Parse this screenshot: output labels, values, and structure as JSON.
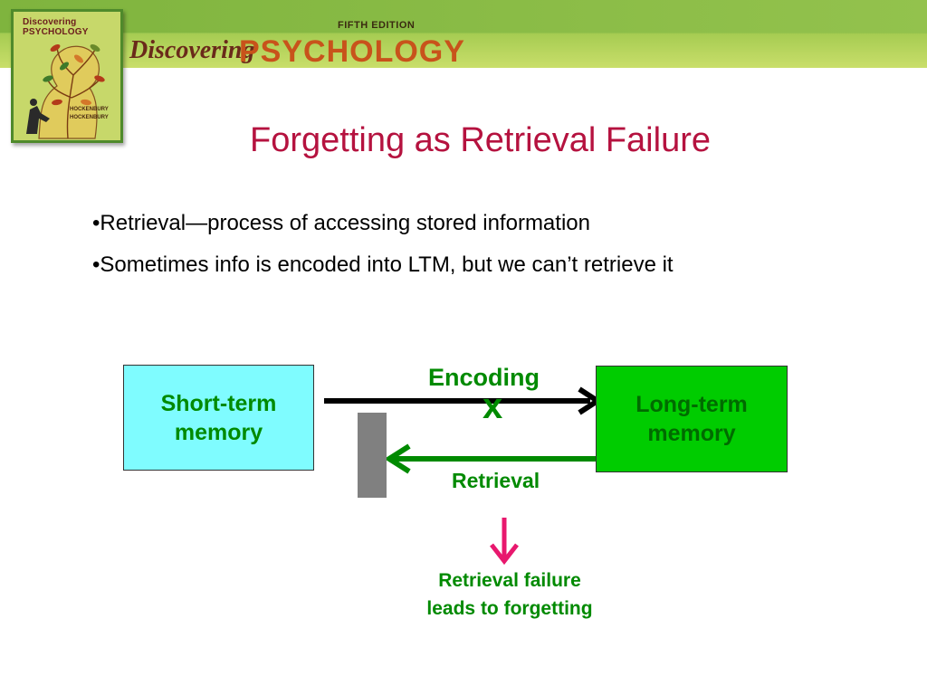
{
  "header": {
    "edition": "FIFTH EDITION",
    "brand_discovering": "Discovering",
    "brand_psychology": "PSYCHOLOGY",
    "cover": {
      "title": "Discovering PSYCHOLOGY",
      "author1": "HOCKENBURY",
      "author2": "HOCKENBURY"
    }
  },
  "slide": {
    "title": "Forgetting as Retrieval Failure",
    "bullets": [
      "•Retrieval—process of accessing stored information",
      "•Sometimes info is encoded into LTM, but we can’t retrieve it"
    ]
  },
  "diagram": {
    "short_term": "Short-term memory",
    "long_term": "Long-term memory",
    "encoding_label": "Encoding",
    "blocked_mark": "x",
    "retrieval_label": "Retrieval",
    "failure_line1": "Retrieval failure",
    "failure_line2": "leads to forgetting"
  },
  "colors": {
    "title": "#b5123f",
    "label_green": "#008a00",
    "stm_fill": "#7ffcff",
    "ltm_fill": "#00cc00",
    "arrow_pink": "#e8186e",
    "barrier_gray": "#808080"
  }
}
